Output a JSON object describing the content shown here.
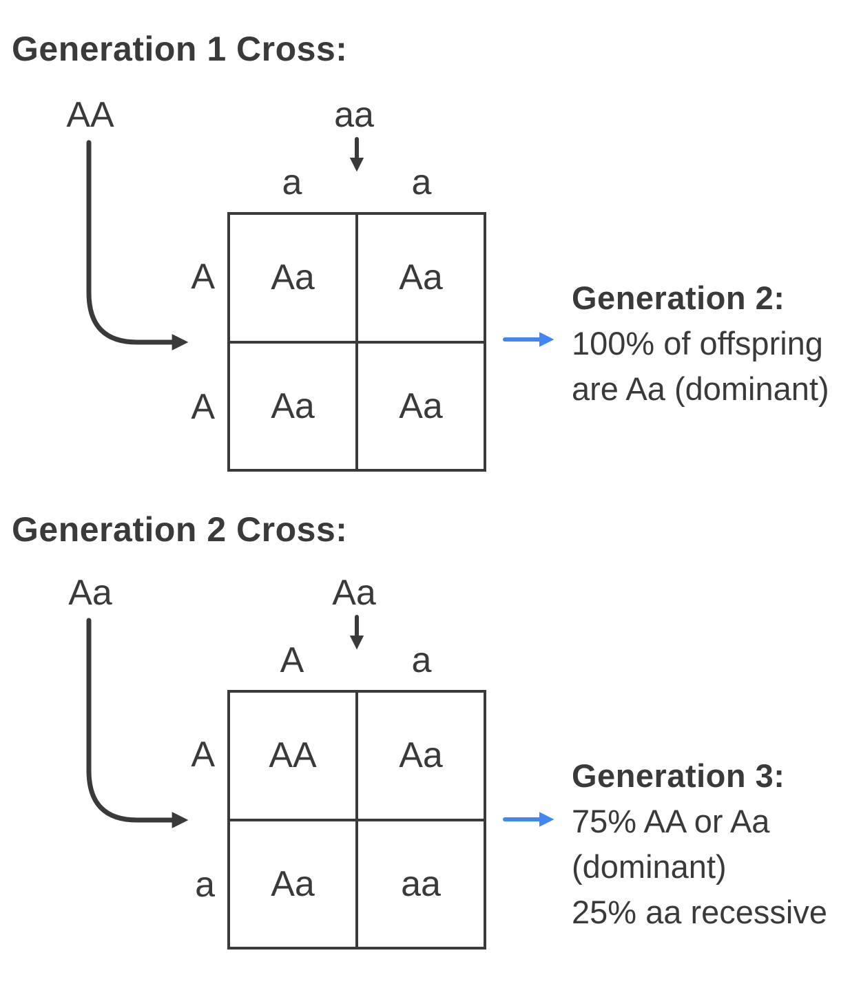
{
  "colors": {
    "ink": "#3a3a3a",
    "accent_blue": "#4285f4",
    "background": "#ffffff"
  },
  "icons": {
    "parent_cross_arrow": "down-arrow",
    "parent_flow_arrow": "curved-down-right-arrow",
    "result_pointer": "right-arrow"
  },
  "sections": [
    {
      "title": "Generation 1 Cross:",
      "parents": {
        "left": "AA",
        "right": "aa"
      },
      "punnett": {
        "col_headers": [
          "a",
          "a"
        ],
        "row_headers": [
          "A",
          "A"
        ],
        "cells": [
          "Aa",
          "Aa",
          "Aa",
          "Aa"
        ]
      },
      "result": {
        "heading": "Generation 2:",
        "lines": [
          "100% of offspring",
          "are Aa (dominant)"
        ]
      }
    },
    {
      "title": "Generation 2 Cross:",
      "parents": {
        "left": "Aa",
        "right": "Aa"
      },
      "punnett": {
        "col_headers": [
          "A",
          "a"
        ],
        "row_headers": [
          "A",
          "a"
        ],
        "cells": [
          "AA",
          "Aa",
          "Aa",
          "aa"
        ]
      },
      "result": {
        "heading": "Generation 3:",
        "lines": [
          "75% AA or Aa",
          "(dominant)",
          "25% aa recessive"
        ]
      }
    }
  ]
}
